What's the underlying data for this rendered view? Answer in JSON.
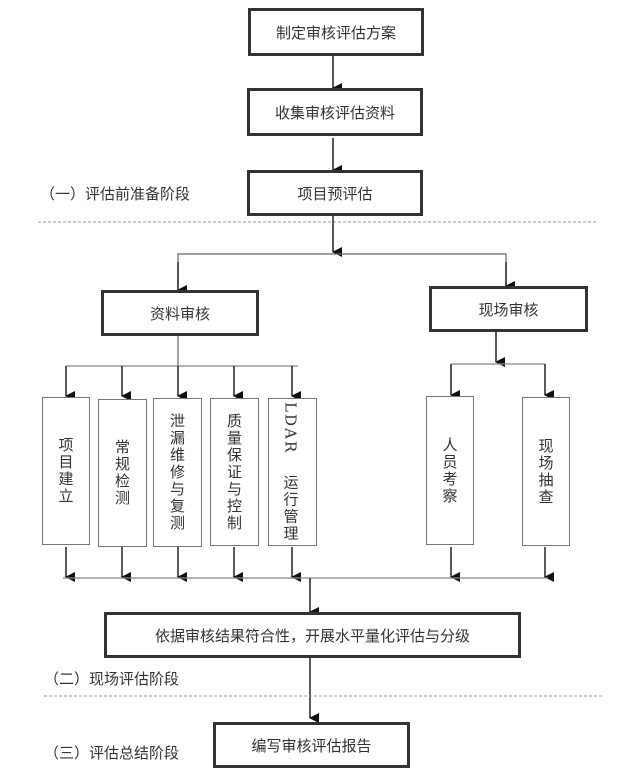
{
  "title": "LDAR审核评估流程",
  "stages": [
    {
      "label": "（一）评估前准备阶段"
    },
    {
      "label": "（二）现场评估阶段"
    },
    {
      "label": "（三）评估总结阶段"
    }
  ],
  "steps": {
    "plan": "制定审核评估方案",
    "collect": "收集审核评估资料",
    "pre_assess": "项目预评估",
    "doc_review": "资料审核",
    "site_review": "现场审核",
    "evaluate": "依据审核结果符合性，开展水平量化评估与分级",
    "report": "编写审核评估报告"
  },
  "doc_items": [
    {
      "label": "项目建立"
    },
    {
      "label": "常规检测"
    },
    {
      "label": "泄漏维修与复测"
    },
    {
      "label": "质量保证与控制"
    },
    {
      "latin": "LDAR",
      "label": "运行管理"
    }
  ],
  "site_items": [
    {
      "label": "人员考察"
    },
    {
      "label": "现场抽查"
    }
  ]
}
